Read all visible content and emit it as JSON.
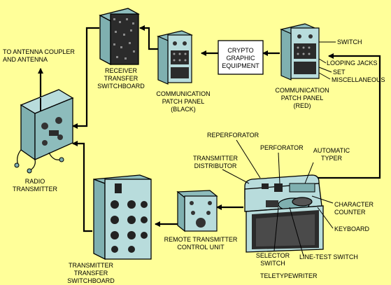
{
  "labels": {
    "antenna_line1": "TO ANTENNA COUPLER",
    "antenna_line2": "AND ANTENNA",
    "receiver_line1": "RECEIVER",
    "receiver_line2": "TRANSFER",
    "receiver_line3": "SWITCHBOARD",
    "comm_black_line1": "COMMUNICATION",
    "comm_black_line2": "PATCH PANEL",
    "comm_black_line3": "(BLACK)",
    "crypto_line1": "CRYPTO",
    "crypto_line2": "GRAPHIC",
    "crypto_line3": "EQUIPMENT",
    "comm_red_line1": "COMMUNICATION",
    "comm_red_line2": "PATCH PANEL",
    "comm_red_line3": "(RED)",
    "switch": "SWITCH",
    "looping_jacks": "LOOPING JACKS",
    "set": "SET",
    "miscellaneous": "MISCELLANEOUS",
    "radio_line1": "RADIO",
    "radio_line2": "TRANSMITTER",
    "reperforator": "REPERFORATOR",
    "perforator": "PERFORATOR",
    "automatic_line1": "AUTOMATIC",
    "automatic_line2": "TYPER",
    "tx_dist_line1": "TRANSMITTER",
    "tx_dist_line2": "DISTRIBUTOR",
    "char_line1": "CHARACTER",
    "char_line2": "COUNTER",
    "keyboard": "KEYBOARD",
    "remote_line1": "REMOTE TRANSMITTER",
    "remote_line2": "CONTROL UNIT",
    "selector_line1": "SELECTOR",
    "selector_line2": "SWITCH",
    "line_test": "LINE-TEST SWITCH",
    "tx_transfer_line1": "TRANSMITTER",
    "tx_transfer_line2": "TRANSFER",
    "tx_transfer_line3": "SWITCHBOARD",
    "teletypewriter": "TELETYPEWRITER"
  },
  "colors": {
    "background": "#ffff99",
    "equipment": "#b8dcdc",
    "equipment_dark": "#7fb0b0",
    "line": "#000000"
  }
}
